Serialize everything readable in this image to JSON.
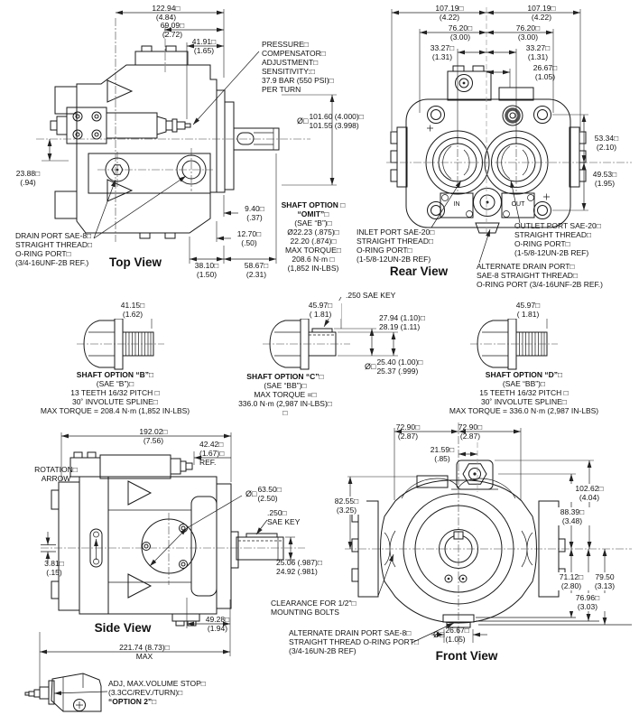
{
  "colors": {
    "line": "#1a1a1a",
    "text": "#111111",
    "background": "#ffffff"
  },
  "views": {
    "top": {
      "title": "Top View",
      "dims": {
        "d122": [
          "122.94□",
          "(4.84)"
        ],
        "d69": [
          "69.09□",
          "(2.72)"
        ],
        "d41": [
          "41.91□",
          "(1.65)"
        ],
        "d23": [
          "23.88□",
          "(.94)"
        ],
        "d9": [
          "9.40□",
          "(.37)"
        ],
        "d12": [
          "12.70□",
          "(.50)"
        ],
        "d38": [
          "38.10□",
          "(1.50)"
        ],
        "d58": [
          "58.67□",
          "(2.31)"
        ],
        "dia101_prefix": "Ø□",
        "dia101": [
          "101.60 (4.000)□",
          "101.55 (3.998)"
        ]
      },
      "notes": {
        "compensator": [
          "PRESSURE□",
          "COMPENSATOR□",
          "ADJUSTMENT□",
          "SENSITIVITY:□",
          "37.9 BAR (550 PSI)□",
          "PER TURN"
        ],
        "drain": [
          "DRAIN PORT SAE-8□",
          "STRAIGHT THREAD□",
          "O-RING PORT□",
          "(3/4-16UNF-2B REF.)"
        ]
      },
      "shaft_omit": {
        "line1": "SHAFT OPTION □",
        "line2": "“OMIT”□",
        "rest": [
          "(SAE “B”)□",
          "Ø22.23 (.875)□",
          "22.20 (.874)□",
          "MAX TORQUE□",
          "208.6 N·m □",
          "(1,852 IN-LBS)"
        ]
      }
    },
    "rear": {
      "title": "Rear View",
      "port_in": "IN",
      "port_out": "OUT",
      "dims": {
        "d107l": [
          "107.19□",
          "(4.22)"
        ],
        "d107r": [
          "107.19□",
          "(4.22)"
        ],
        "d76l": [
          "76.20□",
          "(3.00)"
        ],
        "d76r": [
          "76.20□",
          "(3.00)"
        ],
        "d33l": [
          "33.27□",
          "(1.31)"
        ],
        "d33r": [
          "33.27□",
          "(1.31)"
        ],
        "d26": [
          "26.67□",
          "(1.05)"
        ],
        "d53": [
          "53.34□",
          "(2.10)"
        ],
        "d49": [
          "49.53□",
          "(1.95)"
        ]
      },
      "notes": {
        "inlet": [
          "INLET PORT SAE-20□",
          "STRAIGHT THREAD□",
          "O-RING PORT□",
          "(1-5/8-12UN-2B REF)"
        ],
        "outlet": [
          "OUTLET PORT SAE-20□",
          "STRAIGHT THREAD□",
          "O-RING PORT□",
          "(1-5/8-12UN-2B REF)"
        ],
        "alt_drain": [
          "ALTERNATE DRAIN PORT□",
          "SAE-8 STRAIGHT THREAD□",
          "O-RING PORT (3/4-16UNF-2B REF.)"
        ]
      }
    },
    "shaft_b": {
      "title": "SHAFT OPTION “B”□",
      "lines": [
        "(SAE “B”)□",
        "13 TEETH 16/32 PITCH □",
        "30˚ INVOLUTE SPLINE□",
        "MAX TORQUE = 208.4 N·m (1,852 IN-LBS)"
      ],
      "dims": {
        "len": [
          "41.15□",
          "(1.62)"
        ]
      }
    },
    "shaft_c": {
      "title": "SHAFT OPTION “C”□",
      "lines": [
        "(SAE “BB”)□",
        "MAX TORQUE =□",
        "336.0 N·m (2,987 IN-LBS)□",
        "□"
      ],
      "key_note": ".250 SAE KEY",
      "dims": {
        "len": [
          "45.97□",
          "( 1.81)"
        ],
        "key_h": [
          "27.94 (1.10)□",
          "28.19 (1.11)"
        ],
        "dia_prefix": "Ø□",
        "dia": [
          "25.40 (1.00)□",
          "25.37 (.999)"
        ]
      }
    },
    "shaft_d": {
      "title": "SHAFT OPTION “D”□",
      "lines": [
        "(SAE “BB”)□",
        "15 TEETH 16/32 PITCH  □",
        "30˚ INVOLUTE SPLINE□",
        "MAX TORQUE = 336.0 N·m (2,987 IN-LBS)"
      ],
      "dims": {
        "len": [
          "45.97□",
          "( 1.81)"
        ]
      }
    },
    "side": {
      "title": "Side View",
      "dims": {
        "d192": [
          "192.02□",
          "(7.56)"
        ],
        "d42": [
          "42.42□",
          "(1.67)□",
          "REF."
        ],
        "d3": [
          "3.81□",
          "(.15)"
        ],
        "dia63_prefix": "Ø□",
        "dia63": [
          "63.50□",
          "(2.50)"
        ],
        "dshaft": [
          "25.06 (.987)□",
          "24.92 (.981)"
        ],
        "d49": [
          "49.28□",
          "(1.94)"
        ],
        "d221": [
          "221.74 (8.73)□",
          "MAX"
        ]
      },
      "notes": {
        "rotation": [
          "ROTATION□",
          "ARROW"
        ],
        "key": [
          ".250□",
          "SAE KEY"
        ],
        "vol": [
          "ADJ, MAX.VOLUME STOP□",
          "(3.3CC/REV./TURN)□"
        ],
        "vol_bold": "“OPTION 2”□"
      }
    },
    "front": {
      "title": "Front View",
      "dims": {
        "d72l": [
          "72.90□",
          "(2.87)"
        ],
        "d72r": [
          "72.90□",
          "(2.87)"
        ],
        "d21": [
          "21.59□",
          "(.85)"
        ],
        "d82": [
          "82.55□",
          "(3.25)"
        ],
        "d102": [
          "102.62□",
          "(4.04)"
        ],
        "d88": [
          "88.39□",
          "(3.48)"
        ],
        "d71": [
          "71.12□",
          "(2.80)"
        ],
        "d79": [
          "79.50",
          "(3.13)"
        ],
        "d76": [
          "76.96□",
          "(3.03)"
        ],
        "dia26_prefix": "Ø□",
        "dia26": [
          "26.67□",
          "(1.05)"
        ]
      },
      "notes": {
        "clearance": [
          "CLEARANCE FOR 1/2\"□",
          "MOUNTING BOLTS"
        ],
        "alt_drain": [
          "ALTERNATE DRAIN PORT SAE-8□",
          "STRAIGHT THREAD O-RING PORT□",
          "(3/4-16UN-2B REF)"
        ]
      }
    }
  }
}
